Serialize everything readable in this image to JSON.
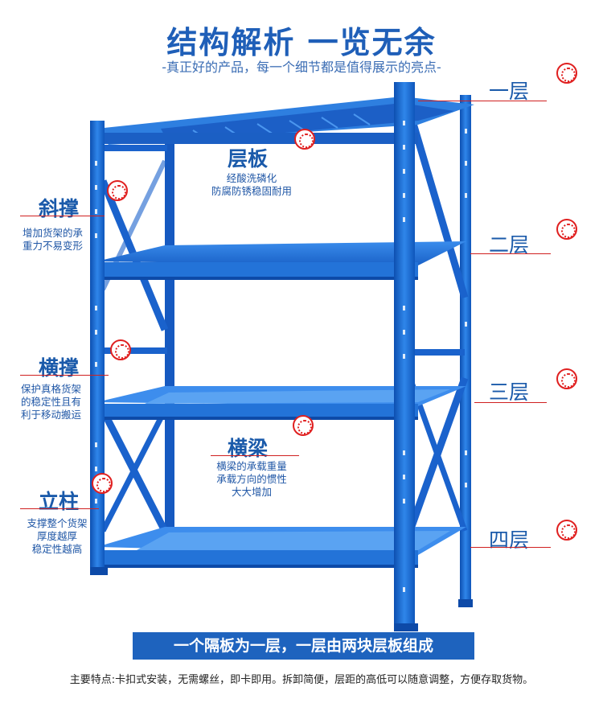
{
  "header": {
    "title": "结构解析 一览无余",
    "subtitle": "-真正好的产品，每一个细节都是值得展示的亮点-"
  },
  "tiers": [
    {
      "label": "一层"
    },
    {
      "label": "二层"
    },
    {
      "label": "三层"
    },
    {
      "label": "四层"
    }
  ],
  "features": {
    "layer_board": {
      "title": "层板",
      "desc1": "经酸洗磷化",
      "desc2": "防腐防锈稳固耐用"
    },
    "diagonal": {
      "title": "斜撑",
      "desc1": "增加货架的承",
      "desc2": "重力不易变形"
    },
    "cross_brace": {
      "title": "横撑",
      "desc1": "保护真格货架",
      "desc2": "的稳定性且有",
      "desc3": "利于移动搬运"
    },
    "beam": {
      "title": "横梁",
      "desc1": "横梁的承载重量",
      "desc2": "承载方向的惯性",
      "desc3": "大大增加"
    },
    "upright": {
      "title": "立柱",
      "desc1": "支撑整个货架",
      "desc2": "厚度越厚",
      "desc3": "稳定性越高"
    }
  },
  "banner": {
    "text": "一个隔板为一层，一层由两块层板组成"
  },
  "footer": {
    "text": "主要特点:卡扣式安装，无需螺丝，即卡即用。拆卸简便，层距的高低可以随意调整，方便存取货物。"
  },
  "colors": {
    "rack_blue": "#1f6fd6",
    "accent_red": "#e02020",
    "text_blue": "#1a5aaa"
  }
}
